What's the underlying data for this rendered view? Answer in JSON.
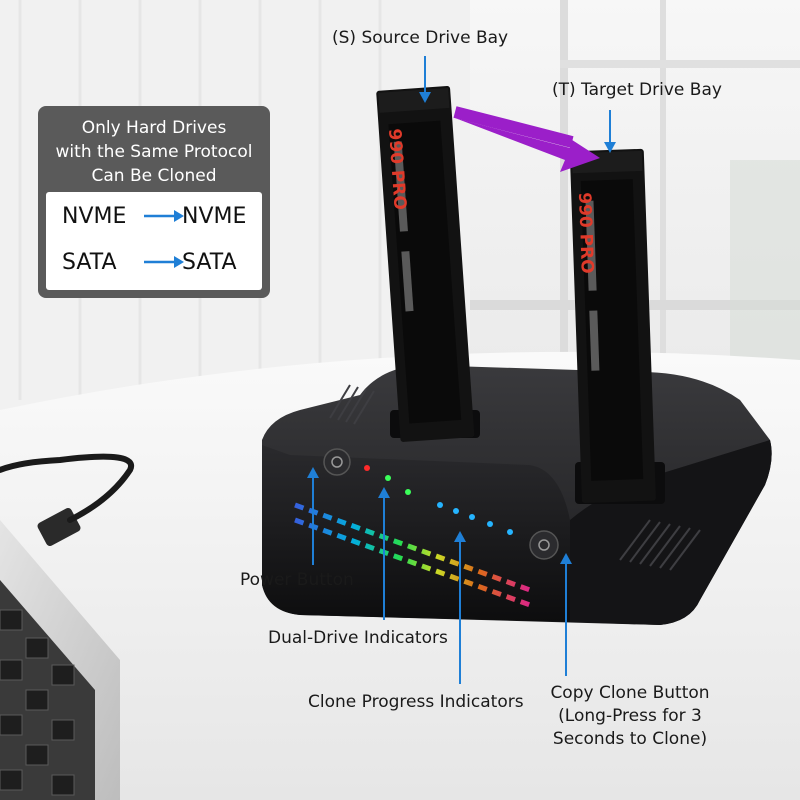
{
  "labels": {
    "source_bay": "(S) Source Drive Bay",
    "target_bay": "(T) Target Drive Bay",
    "power_button": "Power Button",
    "dual_drive": "Dual-Drive Indicators",
    "clone_progress": "Clone Progress Indicators",
    "copy_clone_line1": "Copy Clone Button",
    "copy_clone_line2": "(Long-Press for 3",
    "copy_clone_line3": "Seconds to Clone)"
  },
  "note": {
    "title": "Only Hard Drives\nwith the Same Protocol\nCan Be Cloned",
    "rows": [
      {
        "from": "NVME",
        "to": "NVME"
      },
      {
        "from": "SATA",
        "to": "SATA"
      }
    ]
  },
  "ssd": {
    "brand": "990 PRO"
  },
  "colors": {
    "arrow_blue": "#1f7fd6",
    "clone_arrow": "#9b1fc9",
    "dock_black": "#1b1b1d",
    "note_gray": "#5a5a5a"
  }
}
